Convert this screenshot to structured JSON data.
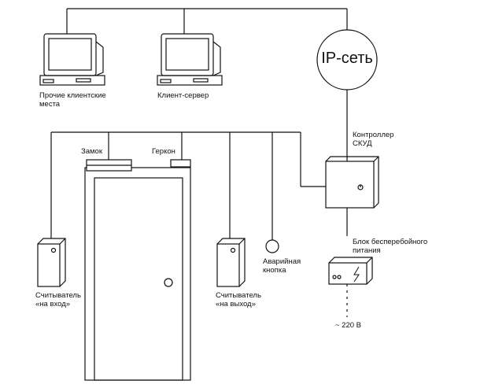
{
  "diagram": {
    "ip_network": "IP-сеть",
    "other_clients": "Прочие клиентские\nместа",
    "client_server": "Клиент-сервер",
    "controller": "Контроллер\nСКУД",
    "ups": "Блок бесперебойного\nпитания",
    "mains": "~ 220 В",
    "lock": "Замок",
    "reed_switch": "Геркон",
    "emergency_button": "Аварийная\nкнопка",
    "reader_entry": "Считыватель\n«на вход»",
    "reader_exit": "Считыватель\n«на выход»"
  },
  "colors": {
    "line": "#111111",
    "background": "#ffffff"
  }
}
